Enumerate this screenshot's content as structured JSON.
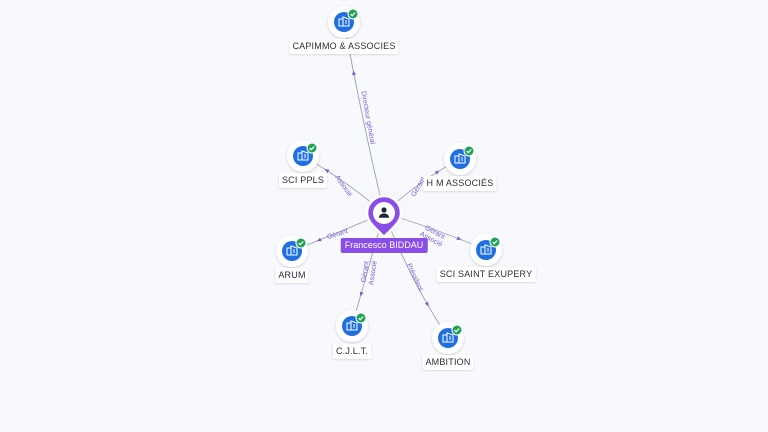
{
  "colors": {
    "node_blue": "#1f6fe0",
    "check_green": "#21a356",
    "center_purple": "#8a4ee8",
    "edge_gray": "#9aa0b4",
    "edge_text": "#7a5fd0"
  },
  "center": {
    "name": "Francesco BIDDAU",
    "icon": "person-icon"
  },
  "companies": [
    {
      "id": "capimmo",
      "name": "CAPIMMO & ASSOCIES",
      "icon": "building-icon",
      "verified": true,
      "roles": [
        "Directeur général"
      ]
    },
    {
      "id": "scippls",
      "name": "SCI PPLS",
      "icon": "building-icon",
      "verified": true,
      "roles": [
        "Associé"
      ]
    },
    {
      "id": "hmassocies",
      "name": "H M ASSOCIÉS",
      "icon": "building-icon",
      "verified": true,
      "roles": [
        "Gérant"
      ]
    },
    {
      "id": "arum",
      "name": "ARUM",
      "icon": "building-icon",
      "verified": true,
      "roles": [
        "Gérant"
      ]
    },
    {
      "id": "scisaintexupery",
      "name": "SCI SAINT EXUPERY",
      "icon": "building-icon",
      "verified": true,
      "roles": [
        "Gérant",
        "Associé"
      ]
    },
    {
      "id": "cjlt",
      "name": "C.J.L.T.",
      "icon": "building-icon",
      "verified": true,
      "roles": [
        "Gérant",
        "Associé"
      ]
    },
    {
      "id": "ambition",
      "name": "AMBITION",
      "icon": "building-icon",
      "verified": true,
      "roles": [
        "Président"
      ]
    }
  ]
}
